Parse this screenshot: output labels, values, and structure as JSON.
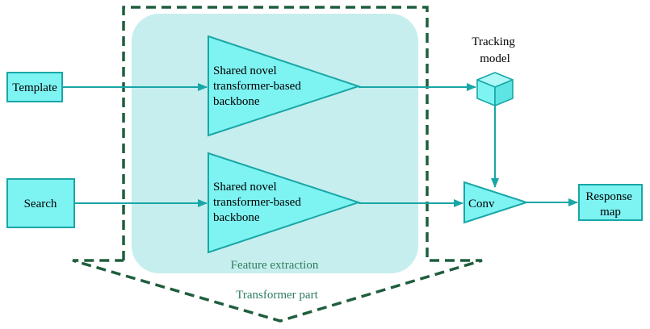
{
  "colors": {
    "cyan_fill": "#7df3f2",
    "cyan_stroke": "#19a6a6",
    "feature_bg": "#c7eeee",
    "dashed_green": "#1f5e3e",
    "label_green": "#2e7d5f"
  },
  "nodes": {
    "template": "Template",
    "search": "Search",
    "backbone_top": [
      "Shared novel",
      "transformer-based",
      "backbone"
    ],
    "backbone_bottom": [
      "Shared novel",
      "transformer-based",
      "backbone"
    ],
    "tracking_model": [
      "Tracking",
      "model"
    ],
    "conv": "Conv",
    "response_map": [
      "Response",
      "map"
    ]
  },
  "regions": {
    "feature_extraction": "Feature extraction",
    "transformer_part": "Transformer part"
  },
  "icons": {
    "tracking_model_icon": "cube-icon"
  }
}
